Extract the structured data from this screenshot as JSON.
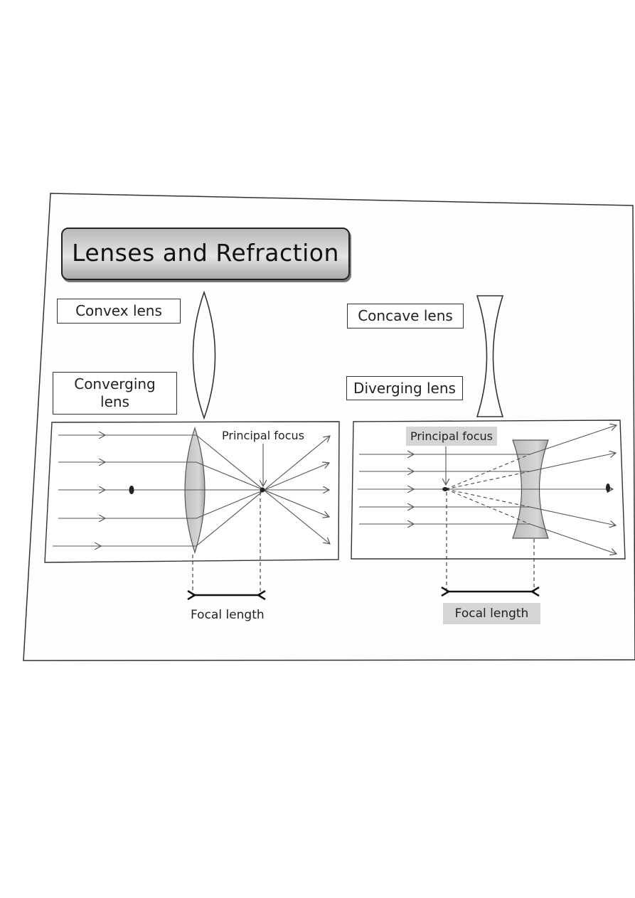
{
  "title": "Lenses and Refraction",
  "convex": {
    "name_label": "Convex lens",
    "type_label": "Converging lens",
    "focus_label": "Principal focus",
    "focal_length_label": "Focal length"
  },
  "concave": {
    "name_label": "Concave lens",
    "type_label": "Diverging lens",
    "focus_label": "Principal focus",
    "focal_length_label": "Focal length"
  },
  "colors": {
    "ink": "#333333",
    "lens_fill": "#c8c8c8",
    "highlight": "#d5d5d5",
    "title_fill": "#c4c4c4"
  }
}
